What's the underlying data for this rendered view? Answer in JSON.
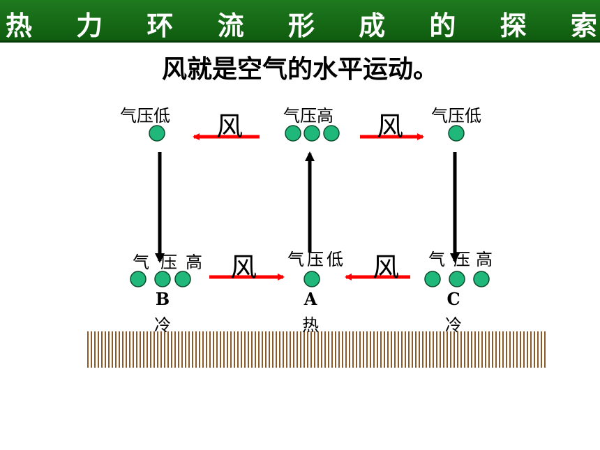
{
  "title": {
    "chars": [
      "热",
      "力",
      "环",
      "流",
      "形",
      "成",
      "的",
      "探",
      "索"
    ]
  },
  "subtitle": "风就是空气的水平运动。",
  "upper": {
    "left_label": "气压低",
    "center_label": "气压高",
    "right_label": "气压低",
    "wind_left": "风",
    "wind_right": "风"
  },
  "lower": {
    "left_label": [
      "气",
      "压",
      "高"
    ],
    "center_label": [
      "气",
      "压",
      "低"
    ],
    "right_label": [
      "气",
      "压",
      "高"
    ],
    "wind_left": "风",
    "wind_right": "风"
  },
  "points": [
    {
      "letter": "B",
      "temp": "冷"
    },
    {
      "letter": "A",
      "temp": "热"
    },
    {
      "letter": "C",
      "temp": "冷"
    }
  ],
  "colors": {
    "title_bg": "#1f7a1f",
    "circle": "#1fb87a",
    "arrow_red": "#ff0000",
    "ground": "#8b5a2b"
  }
}
